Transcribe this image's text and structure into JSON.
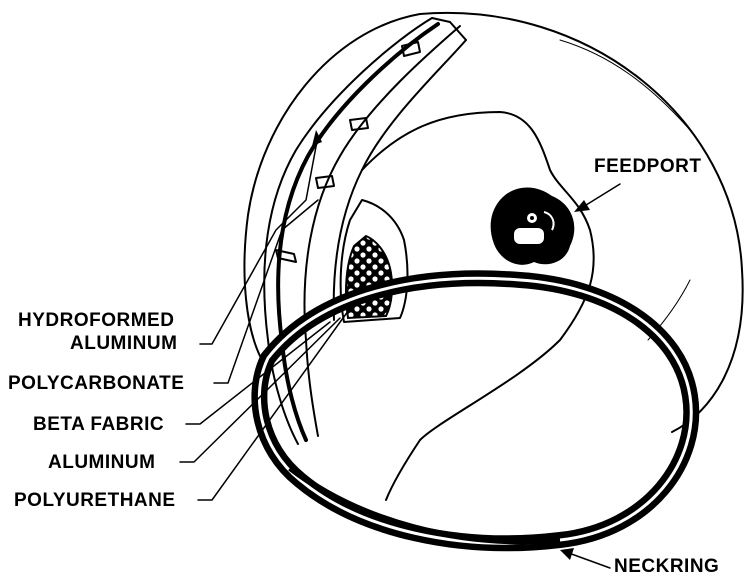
{
  "labels": {
    "hydroformed_line1": "HYDROFORMED",
    "hydroformed_line2": "ALUMINUM",
    "polycarbonate": "POLYCARBONATE",
    "beta_fabric": "BETA FABRIC",
    "aluminum": "ALUMINUM",
    "polyurethane": "POLYURETHANE",
    "feedport": "FEEDPORT",
    "neckring": "NECKRING"
  },
  "colors": {
    "ink": "#000000",
    "background": "#ffffff"
  }
}
